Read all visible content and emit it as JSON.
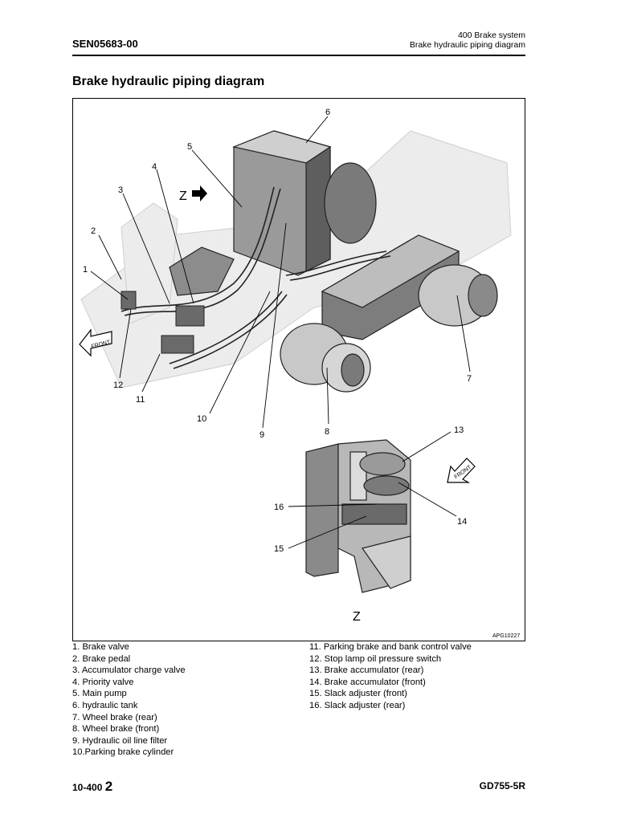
{
  "header": {
    "doc_id": "SEN05683-00",
    "section": "400 Brake system",
    "subsection": "Brake hydraulic piping diagram"
  },
  "title": "Brake hydraulic piping diagram",
  "figure": {
    "code": "APG10227",
    "view_letter": "Z",
    "front_label": "FRONT",
    "callouts": [
      "1",
      "2",
      "3",
      "4",
      "5",
      "6",
      "7",
      "8",
      "9",
      "10",
      "11",
      "12",
      "13",
      "14",
      "15",
      "16"
    ]
  },
  "legend": {
    "left": [
      "1. Brake valve",
      "2. Brake pedal",
      "3. Accumulator charge valve",
      "4. Priority valve",
      "5. Main pump",
      "6. hydraulic tank",
      "7. Wheel brake (rear)",
      "8. Wheel brake (front)",
      "9. Hydraulic oil line filter",
      "10.Parking brake cylinder"
    ],
    "right": [
      "11. Parking brake and bank control valve",
      "12. Stop lamp oil pressure switch",
      "13. Brake accumulator (rear)",
      "14. Brake accumulator (front)",
      "15. Slack adjuster (front)",
      "16. Slack adjuster (rear)"
    ]
  },
  "footer": {
    "page_prefix": "10-400",
    "page_rev": "2",
    "model": "GD755-5R"
  }
}
